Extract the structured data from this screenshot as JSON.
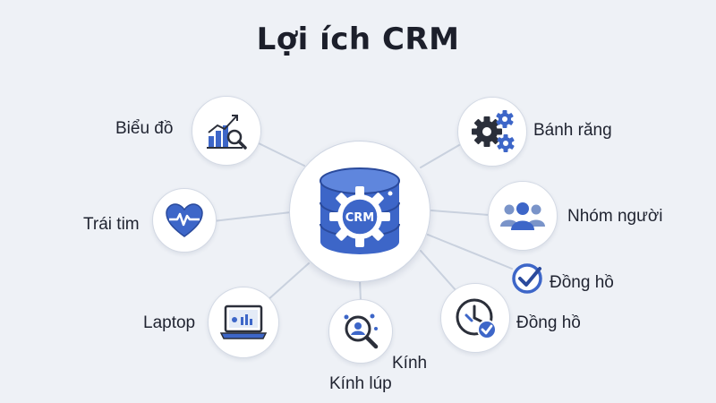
{
  "title": "Lợi ích CRM",
  "center": {
    "label": "CRM",
    "icon": "crm-database-gear-icon"
  },
  "nodes": [
    {
      "label": "Biểu đồ",
      "icon": "chart-magnifier-icon"
    },
    {
      "label": "Trái tim",
      "icon": "heart-pulse-icon"
    },
    {
      "label": "Laptop",
      "icon": "laptop-icon"
    },
    {
      "label": "Kính lúp",
      "extra_label": "Kính",
      "icon": "search-person-icon"
    },
    {
      "label": "Đồng hồ",
      "icon": "clock-check-icon"
    },
    {
      "label": "Đồng hồ",
      "icon": "check-circle-icon"
    },
    {
      "label": "Nhóm người",
      "icon": "people-group-icon"
    },
    {
      "label": "Bánh răng",
      "icon": "gears-icon"
    }
  ],
  "colors": {
    "accent": "#3d66c8",
    "accent_dark": "#2a4a9c",
    "accent_light": "#5f86dd",
    "ink": "#2b2f3a",
    "connector": "#c9d1de",
    "background": "#eef1f6"
  }
}
